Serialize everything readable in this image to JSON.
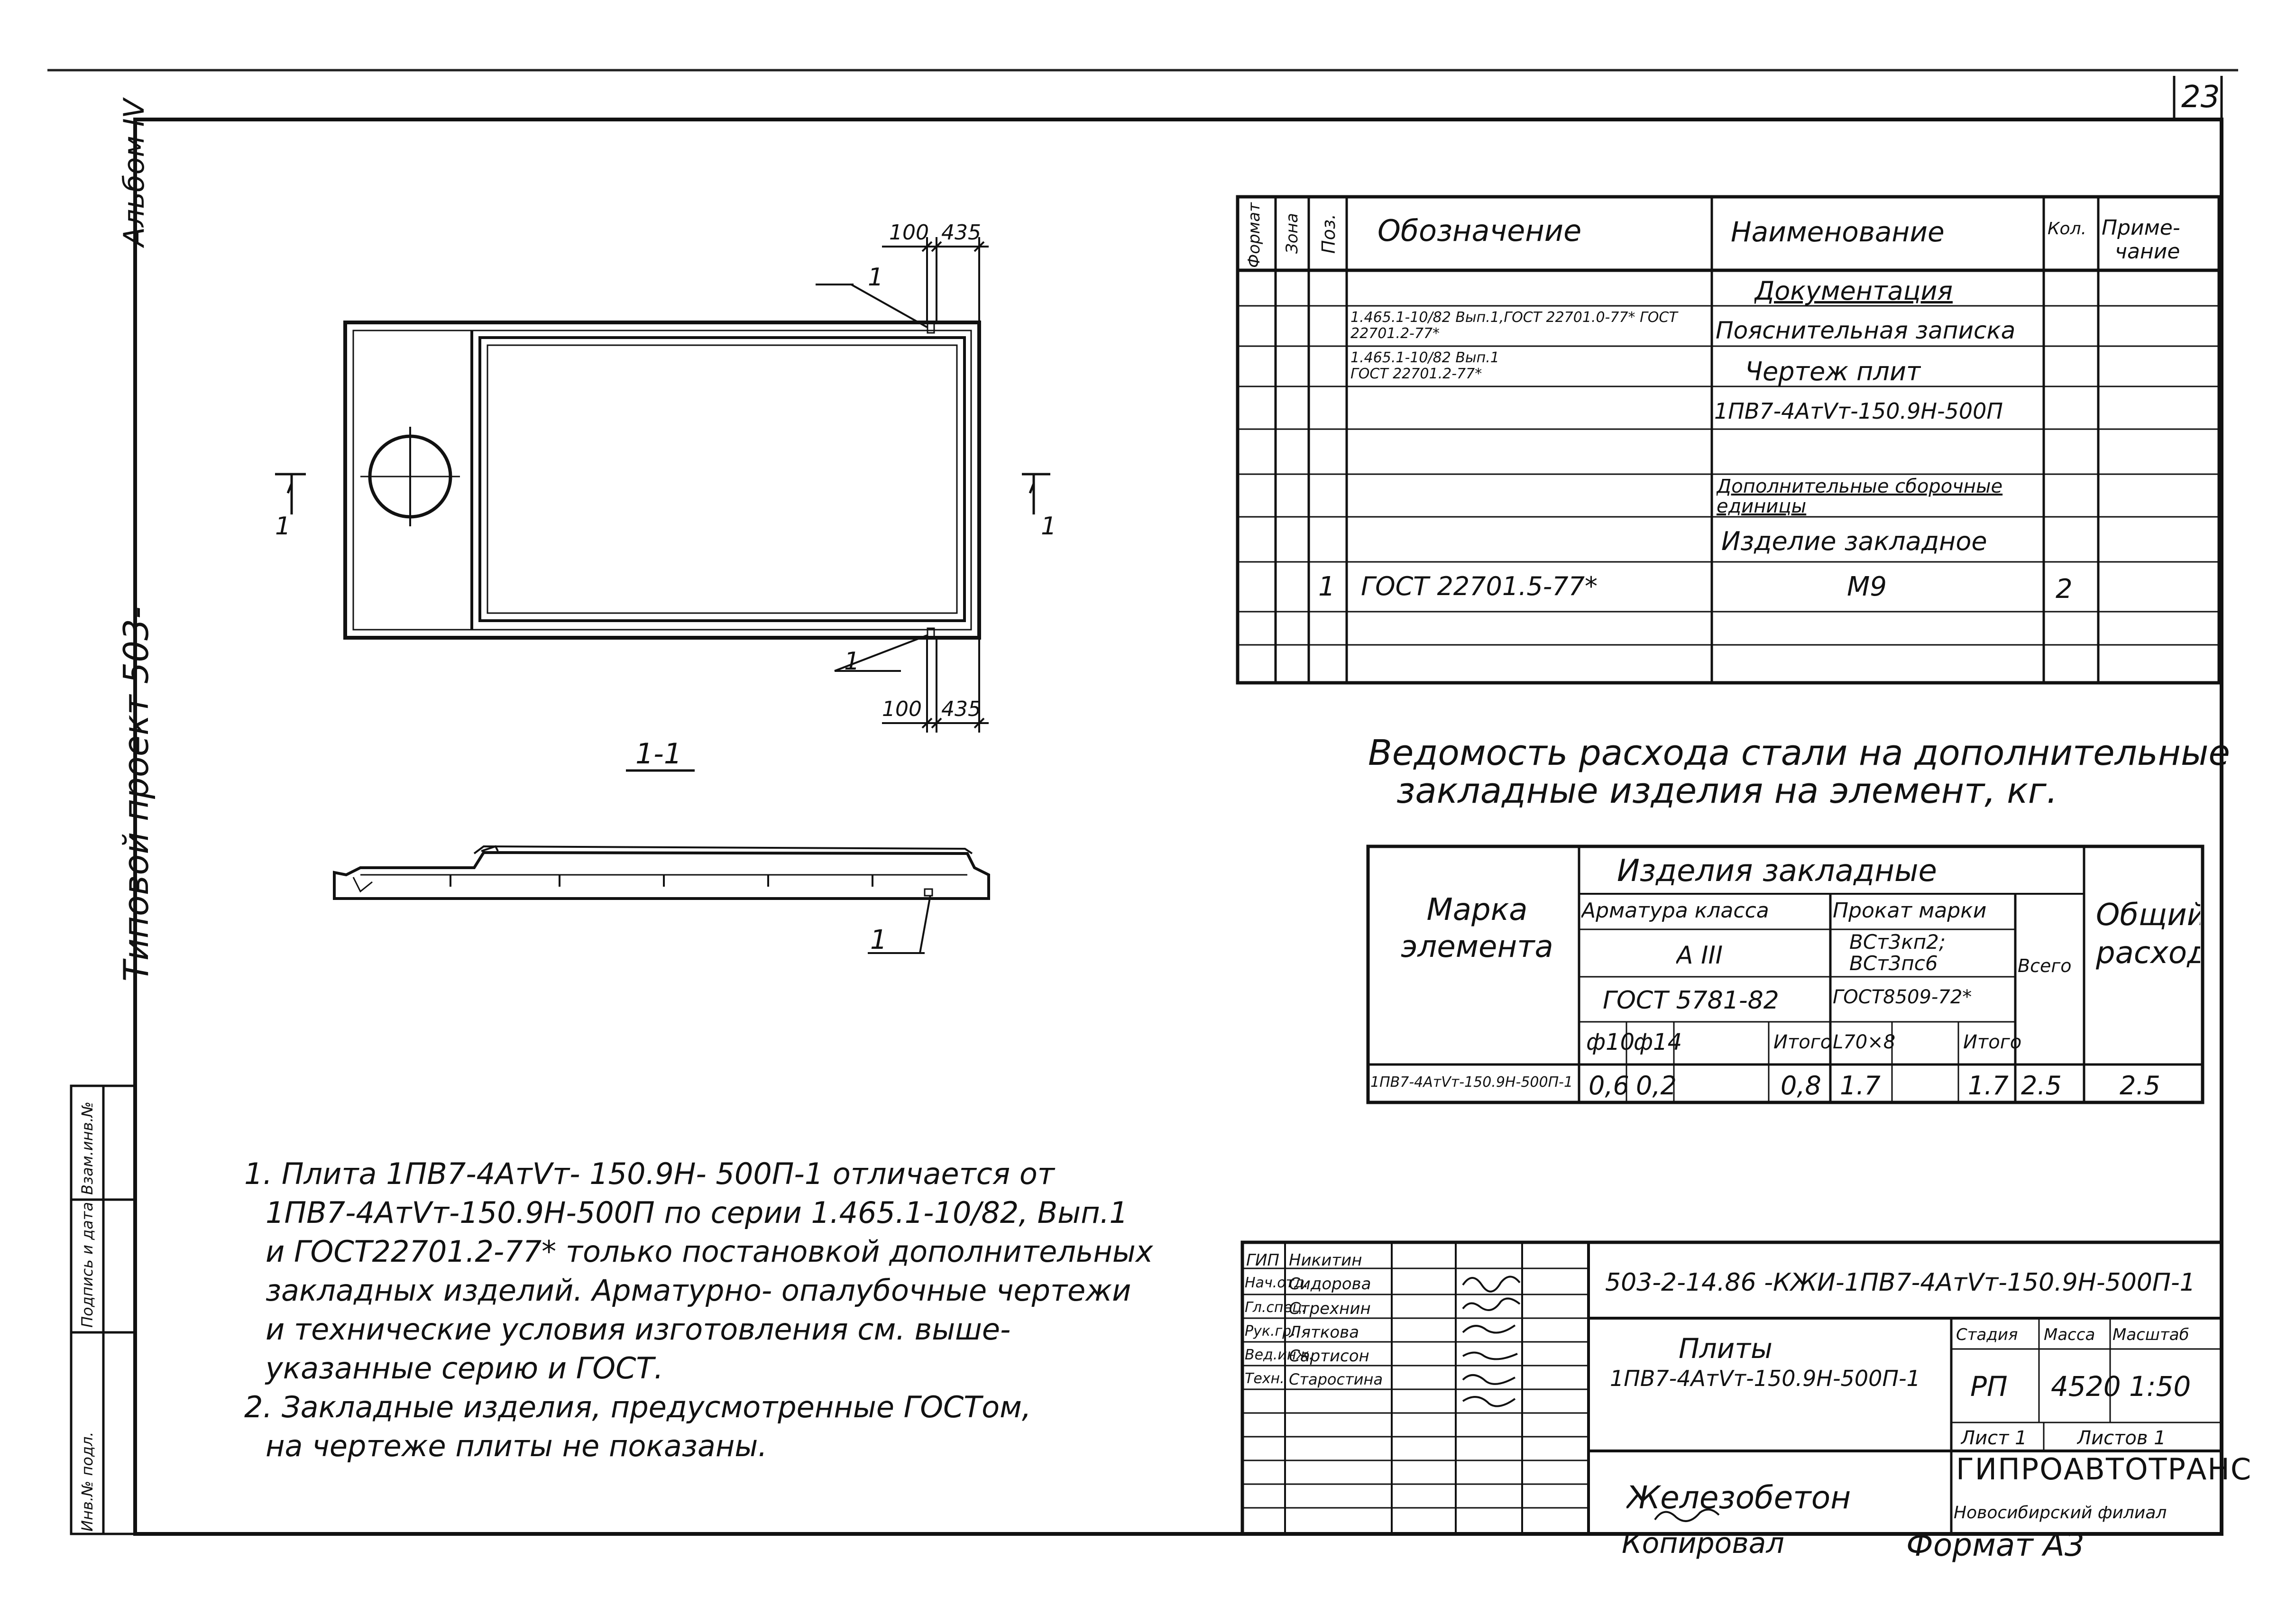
{
  "sheet_number": "23",
  "side_labels": {
    "album": "Альбом IV",
    "project": "Типовой проект 503-",
    "inv_no": "Инв.№ подл.",
    "sign_date": "Подпись и дата",
    "inv_replace": "Взам.инв.№"
  },
  "plan_view": {
    "dim_top_a": "100",
    "dim_top_b": "435",
    "dim_bot_a": "100",
    "dim_bot_b": "435",
    "callout_top": "1",
    "callout_bottom": "1",
    "section_mark_left": "1",
    "section_mark_right": "1"
  },
  "section_view": {
    "title": "1-1",
    "callout": "1"
  },
  "spec_table": {
    "headers": {
      "format": "Формат",
      "zone": "Зона",
      "pos": "Поз.",
      "designation": "Обозначение",
      "name": "Наименование",
      "qty": "Кол.",
      "note_line1": "Приме-",
      "note_line2": "чание"
    },
    "rows": [
      {
        "designation": "",
        "name": "Документация"
      },
      {
        "designation": "1.465.1-10/82 Вып.1,ГОСТ 22701.0-77* ГОСТ 22701.2-77*",
        "name": "Пояснительная записка"
      },
      {
        "designation": "1.465.1-10/82 Вып.1 ГОСТ 22701.2-77*",
        "name": "Чертеж плит"
      },
      {
        "designation": "",
        "name": "1ПВ7-4АтVт-150.9Н-500П"
      },
      {
        "designation": "",
        "name": ""
      },
      {
        "designation": "",
        "name": "Дополнительные сборочные единицы"
      },
      {
        "designation": "",
        "name": "Изделие закладное"
      },
      {
        "pos": "1",
        "designation": "ГОСТ 22701.5-77*",
        "name": "М9",
        "qty": "2"
      }
    ]
  },
  "steel_statement": {
    "title_line1": "Ведомость расхода стали на дополнительные",
    "title_line2": "закладные изделия на элемент, кг.",
    "headers": {
      "mark": "Марка элемента",
      "embedded": "Изделия закладные",
      "rebar_class": "Арматура класса",
      "rebar_grade": "А III",
      "rebar_gost": "ГОСТ 5781-82",
      "rolled": "Прокат марки",
      "rolled_grade_1": "ВСт3кп2;",
      "rolled_grade_2": "ВСт3пс6",
      "rolled_gost": "ГОСТ8509-72*",
      "total": "Всего",
      "overall": "Общий расход",
      "d10": "ф10",
      "d14": "ф14",
      "subtotal": "Итого",
      "angle": "L70×8",
      "subtotal2": "Итого"
    },
    "row": {
      "mark": "1ПВ7-4АтVт-150.9Н-500П-1",
      "d10": "0,6",
      "d14": "0,2",
      "subtotal": "0,8",
      "angle": "1.7",
      "subtotal2": "1.7",
      "total": "2.5",
      "overall": "2.5"
    }
  },
  "notes": [
    "1. Плита 1ПВ7-4АтVт- 150.9Н- 500П-1 отличается от",
    "1ПВ7-4АтVт-150.9Н-500П по серии 1.465.1-10/82, Вып.1",
    "и ГОСТ22701.2-77* только постановкой дополнительных",
    "закладных изделий. Арматурно- опалубочные чертежи",
    "и технические условия изготовления см. выше-",
    "указанные серию и ГОСТ.",
    "2. Закладные изделия, предусмотренные ГОСТом,",
    "на чертеже плиты не показаны."
  ],
  "title_block": {
    "code": "503-2-14.86 -КЖИ-1ПВ7-4АтVт-150.9Н-500П-1",
    "roles": [
      {
        "role": "ГИП",
        "name": "Никитин"
      },
      {
        "role": "Нач.отд.",
        "name": "Сидорова"
      },
      {
        "role": "Гл.спец.",
        "name": "Стрехнин"
      },
      {
        "role": "Рук.гр.",
        "name": "Ляткова"
      },
      {
        "role": "Вед.инж.",
        "name": "Сартисон"
      },
      {
        "role": "Техн.",
        "name": "Старостина"
      }
    ],
    "item_name_line1": "Плиты",
    "item_name_line2": "1ПВ7-4АтVт-150.9Н-500П-1",
    "stage_label": "Стадия",
    "mass_label": "Масса",
    "scale_label": "Масштаб",
    "stage": "РП",
    "mass": "4520",
    "scale": "1:50",
    "sheet": "Лист 1",
    "sheets": "Листов 1",
    "material": "Железобетон",
    "org_line1": "ГИПРОАВТОТРАНС",
    "org_line2": "Новосибирский филиал"
  },
  "footer": {
    "copied": "Копировал",
    "format": "Формат А3"
  }
}
